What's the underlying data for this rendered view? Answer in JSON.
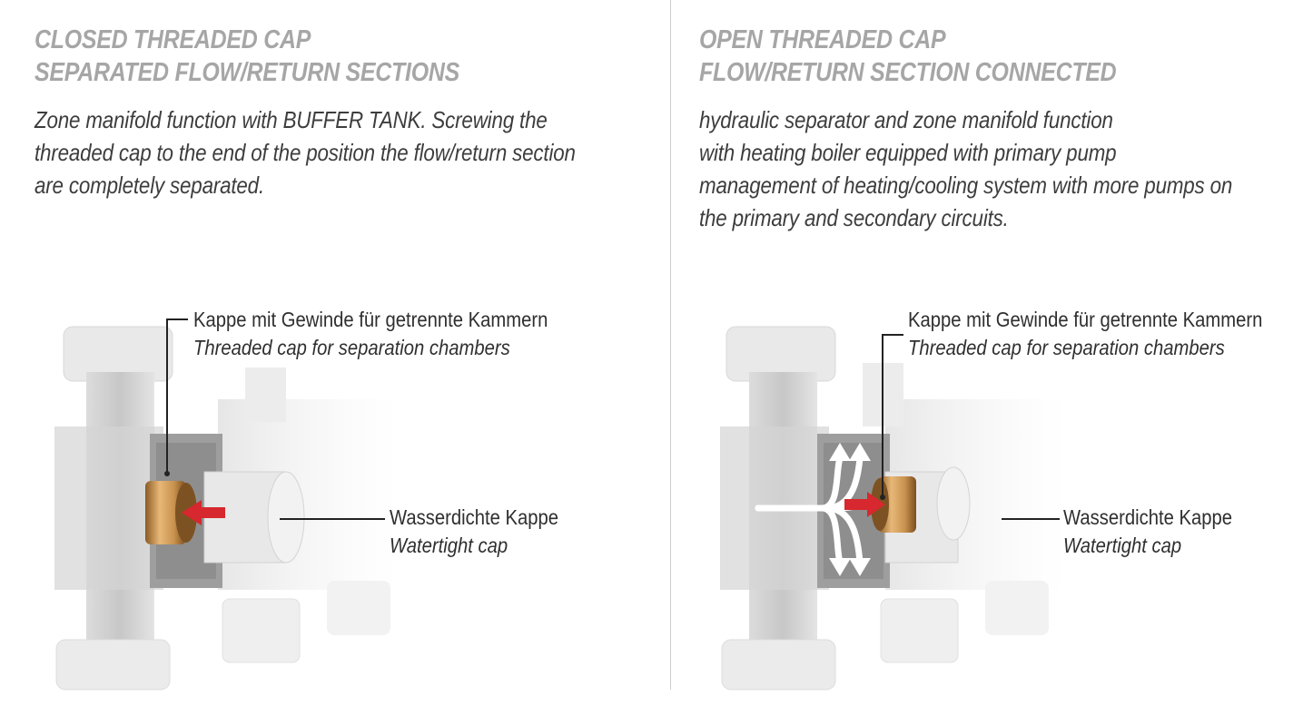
{
  "left": {
    "heading": [
      "CLOSED THREADED CAP",
      "SEPARATED FLOW/RETURN SECTIONS"
    ],
    "description": [
      "Zone manifold function with BUFFER TANK. Screwing the",
      "threaded cap to the end of the position the flow/return section",
      "are completely separated."
    ],
    "callout_cap": {
      "de": "Kappe mit Gewinde für getrennte Kammern",
      "en": "Threaded cap for separation chambers"
    },
    "callout_watertight": {
      "de": "Wasserdichte Kappe",
      "en": "Watertight cap"
    }
  },
  "right": {
    "heading": [
      "OPEN THREADED CAP",
      "FLOW/RETURN SECTION CONNECTED"
    ],
    "description": [
      "hydraulic separator and zone manifold function",
      "with heating boiler equipped with primary  pump",
      "management of heating/cooling system with more pumps on",
      "the primary and secondary circuits."
    ],
    "callout_cap": {
      "de": "Kappe mit Gewinde für getrennte Kammern",
      "en": "Threaded cap for separation chambers"
    },
    "callout_watertight": {
      "de": "Wasserdichte Kappe",
      "en": "Watertight cap"
    }
  },
  "colors": {
    "heading": "#a6a6a6",
    "text": "#3d3d3d",
    "arrow_red": "#d6282e",
    "brass": "#c9924f",
    "flow_arrow": "#ffffff",
    "divider": "#cfcfcf"
  }
}
